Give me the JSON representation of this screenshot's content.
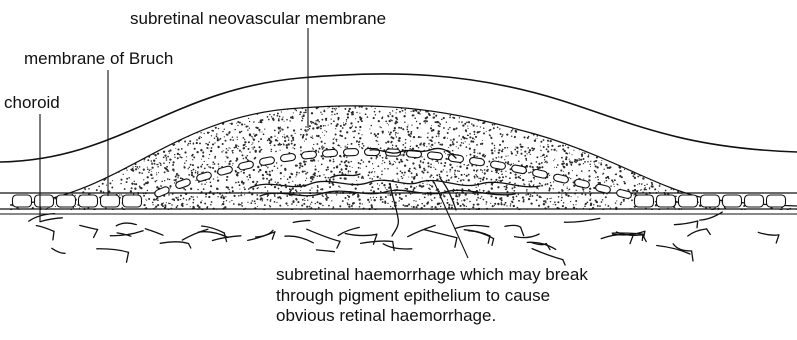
{
  "labels": {
    "neovascular_membrane": "subretinal neovascular membrane",
    "bruch": "membrane of Bruch",
    "choroid": "choroid",
    "haemorrhage_lines": [
      "subretinal haemorrhage which may break",
      "through pigment epithelium to cause",
      "obvious retinal haemorrhage."
    ]
  },
  "colors": {
    "ink": "#111111",
    "background": "#ffffff",
    "stipple": "#2a2a2a"
  }
}
